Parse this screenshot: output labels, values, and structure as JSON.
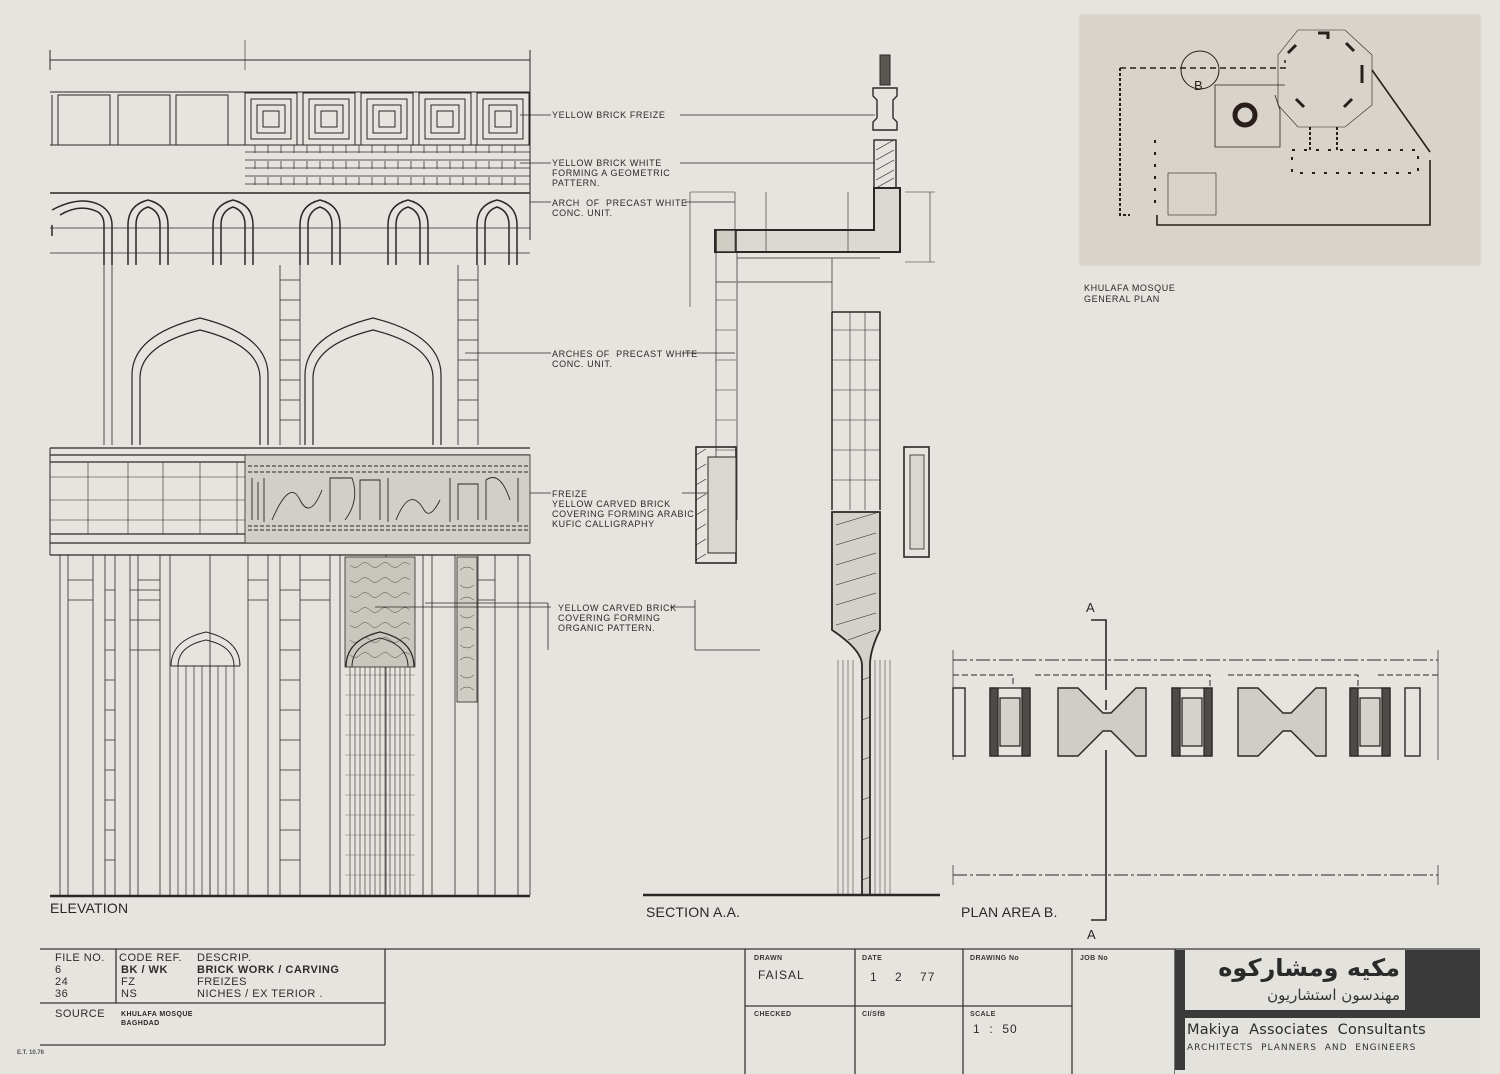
{
  "drawing": {
    "views": {
      "elevation": "ELEVATION",
      "section": "SECTION A.A.",
      "plan": "PLAN AREA B.",
      "section_marker_top": "A",
      "section_marker_bottom": "A",
      "key_plan_marker": "B"
    },
    "annotations": [
      {
        "id": "yellow-brick-freize",
        "text": "YELLOW BRICK FREIZE"
      },
      {
        "id": "yellow-brick-white",
        "text": "YELLOW BRICK WHITE\nFORMING A GEOMETRIC\nPATTERN."
      },
      {
        "id": "arch-precast",
        "text": "ARCH  OF  PRECAST WHITE\nCONC. UNIT."
      },
      {
        "id": "arches-precast",
        "text": "ARCHES OF  PRECAST WHITE\nCONC. UNIT."
      },
      {
        "id": "freize-kufic",
        "text": "FREIZE\nYELLOW CARVED BRICK\nCOVERING FORMING ARABIC\nKUFIC CALLIGRAPHY"
      },
      {
        "id": "organic-pattern",
        "text": "YELLOW CARVED BRICK\nCOVERING FORMING\nORGANIC PATTERN."
      }
    ],
    "key_plan": {
      "caption_line1": "KHULAFA MOSQUE",
      "caption_line2": "GENERAL PLAN"
    }
  },
  "title_block": {
    "file_no_header": "FILE  NO.",
    "code_ref_header": "CODE  REF.",
    "descrip_header": "DESCRIP.",
    "rows": [
      {
        "file_no": "6",
        "code": "BK / WK",
        "descrip": "BRICK  WORK / CARVING"
      },
      {
        "file_no": "24",
        "code": "FZ",
        "descrip": "FREIZES"
      },
      {
        "file_no": "36",
        "code": "NS",
        "descrip": "NICHES / EX TERIOR ."
      }
    ],
    "source_label": "SOURCE",
    "source_line1": "KHULAFA  MOSQUE",
    "source_line2": "BAGHDAD",
    "drawn_label": "DRAWN",
    "drawn_value": "FAISAL",
    "date_label": "DATE",
    "date_value": "1    2    77",
    "drawing_no_label": "DRAWING No",
    "drawing_no_value": "",
    "job_no_label": "JOB No",
    "job_no_value": "",
    "checked_label": "CHECKED",
    "checked_value": "",
    "ci_sfb_label": "CI/SfB",
    "ci_sfb_value": "",
    "scale_label": "SCALE",
    "scale_value": "1  :  50",
    "archive_ref": "E.T. 10.76"
  },
  "firm": {
    "arabic_name": "مكيه ومشاركوه",
    "arabic_subtitle": "مهندسون استشاريون",
    "name": "Makiya  Associates  Consultants",
    "subtitle": "ARCHITECTS  PLANNERS  AND  ENGINEERS"
  },
  "colors": {
    "paper": "#e6e4df",
    "ink": "#2a2826",
    "photo": "#d8d4cc",
    "logo_dark": "#3a3a3a"
  }
}
